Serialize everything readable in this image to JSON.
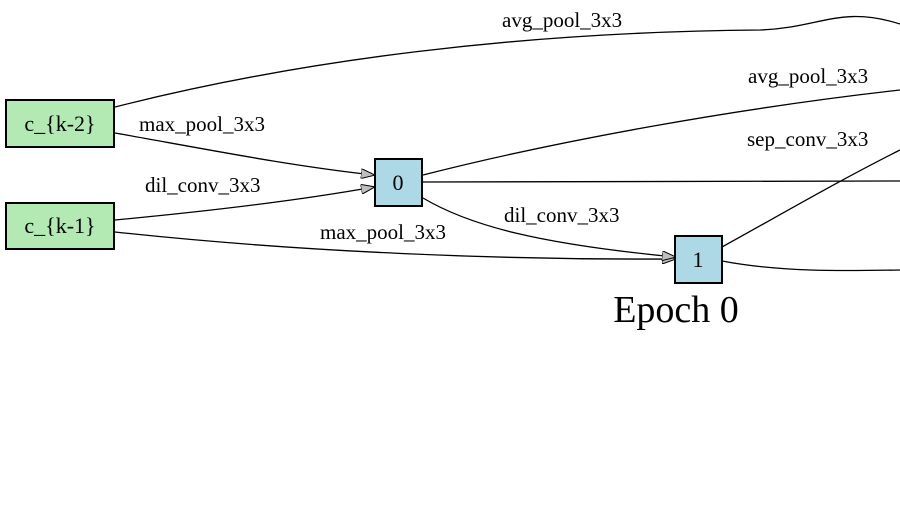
{
  "caption": "Epoch 0",
  "colors": {
    "input_node_fill": "#b3eab4",
    "inner_node_fill": "#add8e6",
    "stroke": "#000000",
    "arrow_fill": "#bebebe"
  },
  "nodes": {
    "ck2": {
      "label": "c_{k-2}",
      "kind": "input"
    },
    "ck1": {
      "label": "c_{k-1}",
      "kind": "input"
    },
    "n0": {
      "label": "0",
      "kind": "inner"
    },
    "n1": {
      "label": "1",
      "kind": "inner"
    }
  },
  "edges": {
    "ck2_out_top": {
      "label": "avg_pool_3x3",
      "from": "c_{k-2}"
    },
    "ck2_to_0": {
      "label": "max_pool_3x3",
      "from": "c_{k-2}",
      "to": "0"
    },
    "ck1_to_0": {
      "label": "dil_conv_3x3",
      "from": "c_{k-1}",
      "to": "0"
    },
    "ck1_to_1": {
      "label": "max_pool_3x3",
      "from": "c_{k-1}",
      "to": "1"
    },
    "0_out": {
      "label": "avg_pool_3x3",
      "from": "0"
    },
    "0_to_1": {
      "label": "dil_conv_3x3",
      "from": "0",
      "to": "1"
    },
    "1_out": {
      "label": "sep_conv_3x3",
      "from": "1"
    }
  }
}
